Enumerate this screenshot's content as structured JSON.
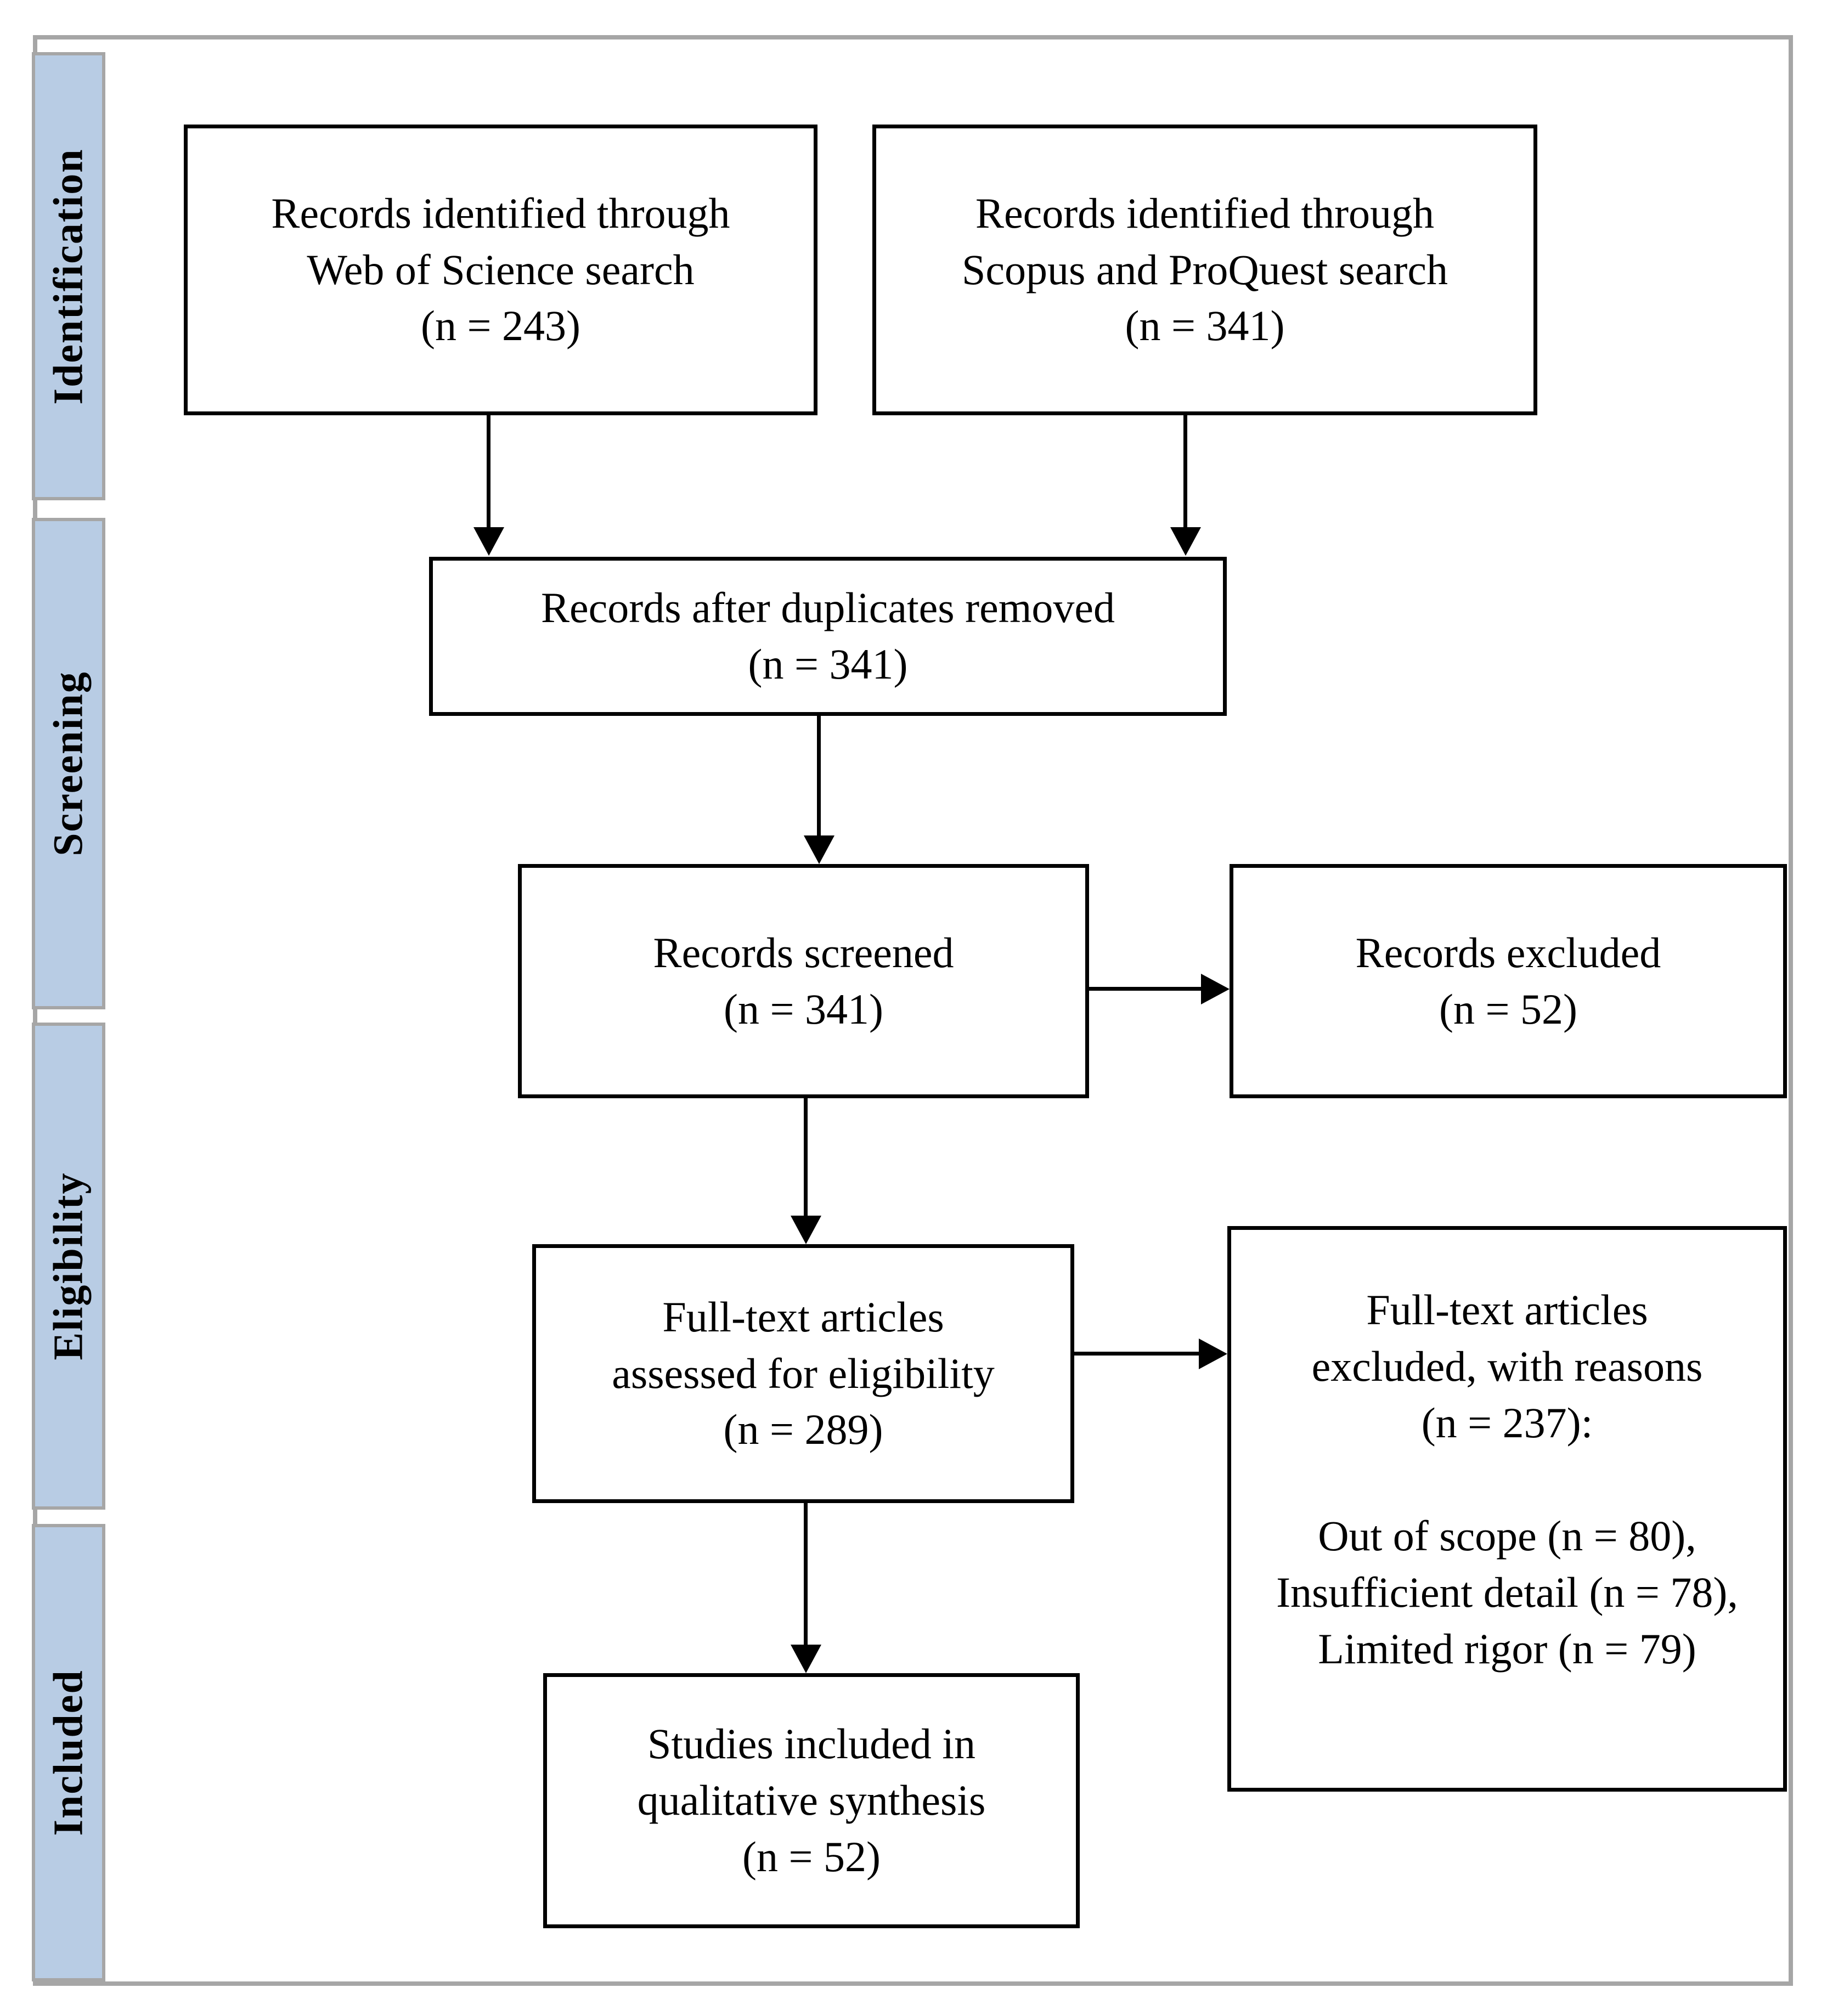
{
  "stages": {
    "identification": {
      "label": "Identification"
    },
    "screening": {
      "label": "Screening"
    },
    "eligibility": {
      "label": "Eligibility"
    },
    "included": {
      "label": "Included"
    }
  },
  "boxes": {
    "wos": {
      "lines": [
        "Records identified through",
        "Web of Science search",
        "(n = 243)"
      ]
    },
    "scopus": {
      "lines": [
        "Records identified through",
        "Scopus and ProQuest search",
        "(n = 341)"
      ]
    },
    "duplicates": {
      "lines": [
        "Records after duplicates removed",
        "(n = 341)"
      ]
    },
    "screened": {
      "lines": [
        "Records screened",
        "(n = 341)"
      ]
    },
    "records_excluded": {
      "lines": [
        "Records excluded",
        "(n = 52)"
      ]
    },
    "fulltext": {
      "lines": [
        "Full-text articles",
        "assessed for eligibility",
        "(n = 289)"
      ]
    },
    "fulltext_excluded": {
      "lines": [
        "Full-text articles",
        "excluded, with reasons",
        "(n = 237):",
        "",
        "Out of scope (n = 80),",
        "Insufficient detail (n = 78),",
        "Limited rigor (n = 79)"
      ]
    },
    "included_studies": {
      "lines": [
        "Studies included in",
        "qualitative synthesis",
        "(n = 52)"
      ]
    }
  },
  "colors": {
    "sidebar_fill": "#b8cce4",
    "sidebar_border": "#a6a6a6",
    "frame_border": "#a6a6a6",
    "box_border": "#000000",
    "arrow": "#000000",
    "text": "#000000",
    "background": "#ffffff"
  }
}
